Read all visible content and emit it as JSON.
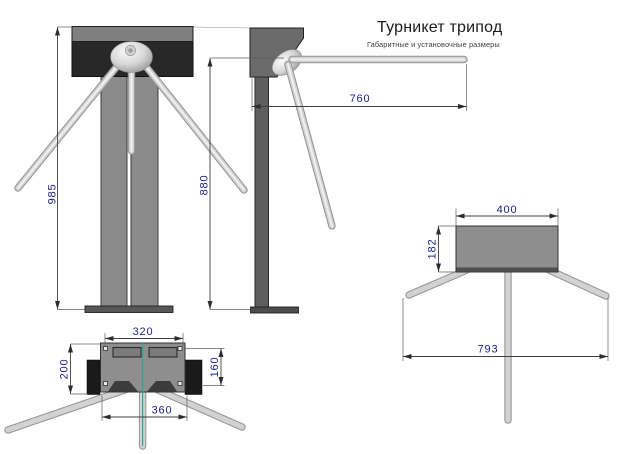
{
  "header": {
    "title": "Турникет трипод",
    "subtitle": "Габаритные и установочные размеры"
  },
  "dimensions": {
    "overall_height": "985",
    "column_height": "880",
    "arm_length": "760",
    "mount_plate_width": "320",
    "mount_plate_depth": "200",
    "mount_holes_spacing": "160",
    "mount_base_width": "360",
    "head_width": "400",
    "head_height": "182",
    "arms_span": "793"
  },
  "colors": {
    "dimension_text": "#20208c",
    "head_dark": "#282828",
    "metal_gray": "#8e8e8e",
    "axis_teal": "#35a291"
  }
}
